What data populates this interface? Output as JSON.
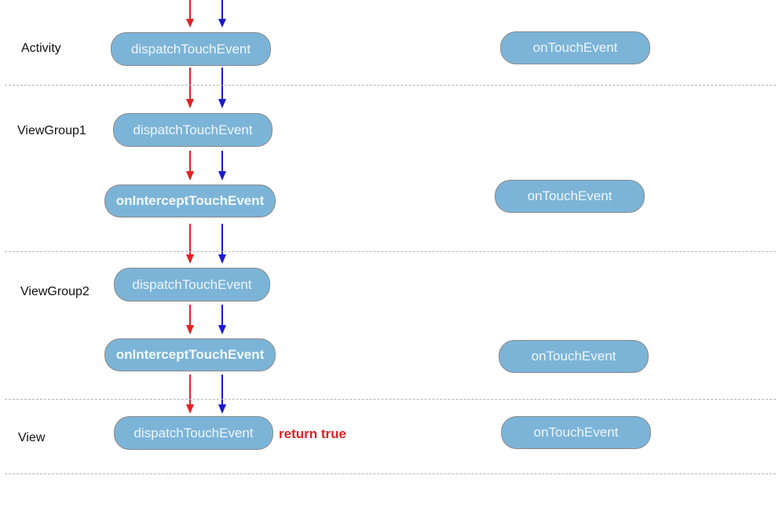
{
  "layers": {
    "activity": "Activity",
    "viewgroup1": "ViewGroup1",
    "viewgroup2": "ViewGroup2",
    "view": "View"
  },
  "nodes": {
    "activity_dispatch": "dispatchTouchEvent",
    "activity_ontouch": "onTouchEvent",
    "vg1_dispatch": "dispatchTouchEvent",
    "vg1_intercept": "onInterceptTouchEvent",
    "vg1_ontouch": "onTouchEvent",
    "vg2_dispatch": "dispatchTouchEvent",
    "vg2_intercept": "onInterceptTouchEvent",
    "vg2_ontouch": "onTouchEvent",
    "view_dispatch": "dispatchTouchEvent",
    "view_ontouch": "onTouchEvent"
  },
  "annotations": {
    "return_true": "return true"
  },
  "colors": {
    "red_arrow": "#e52222",
    "blue_arrow": "#1a1ad6",
    "node_fill": "#7cb4d8",
    "return_text": "#e02020"
  }
}
